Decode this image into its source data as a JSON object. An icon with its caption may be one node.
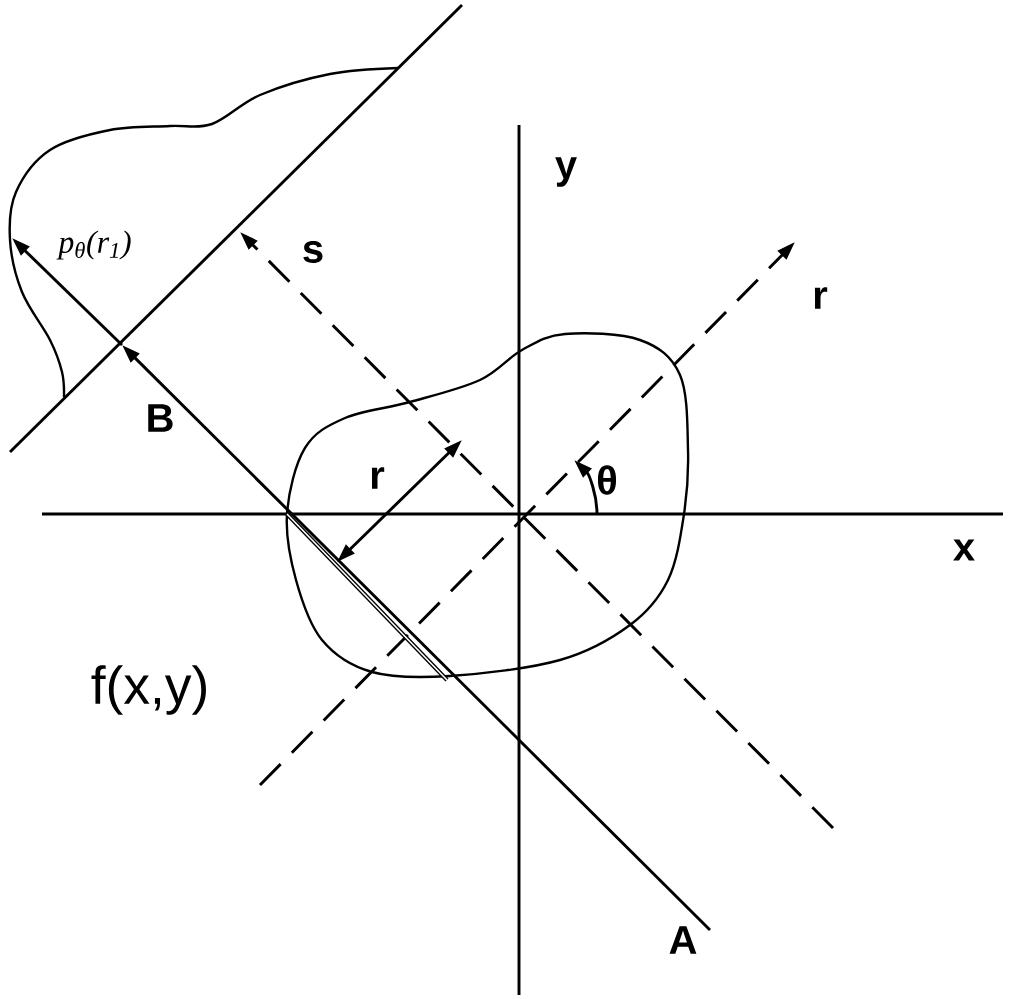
{
  "diagram": {
    "labels": [
      "p$_{θ}$(r$_{1}$)",
      "y",
      "s",
      "r",
      "B",
      "θ",
      "r",
      "x",
      "f(x,y)",
      "A"
    ]
  }
}
